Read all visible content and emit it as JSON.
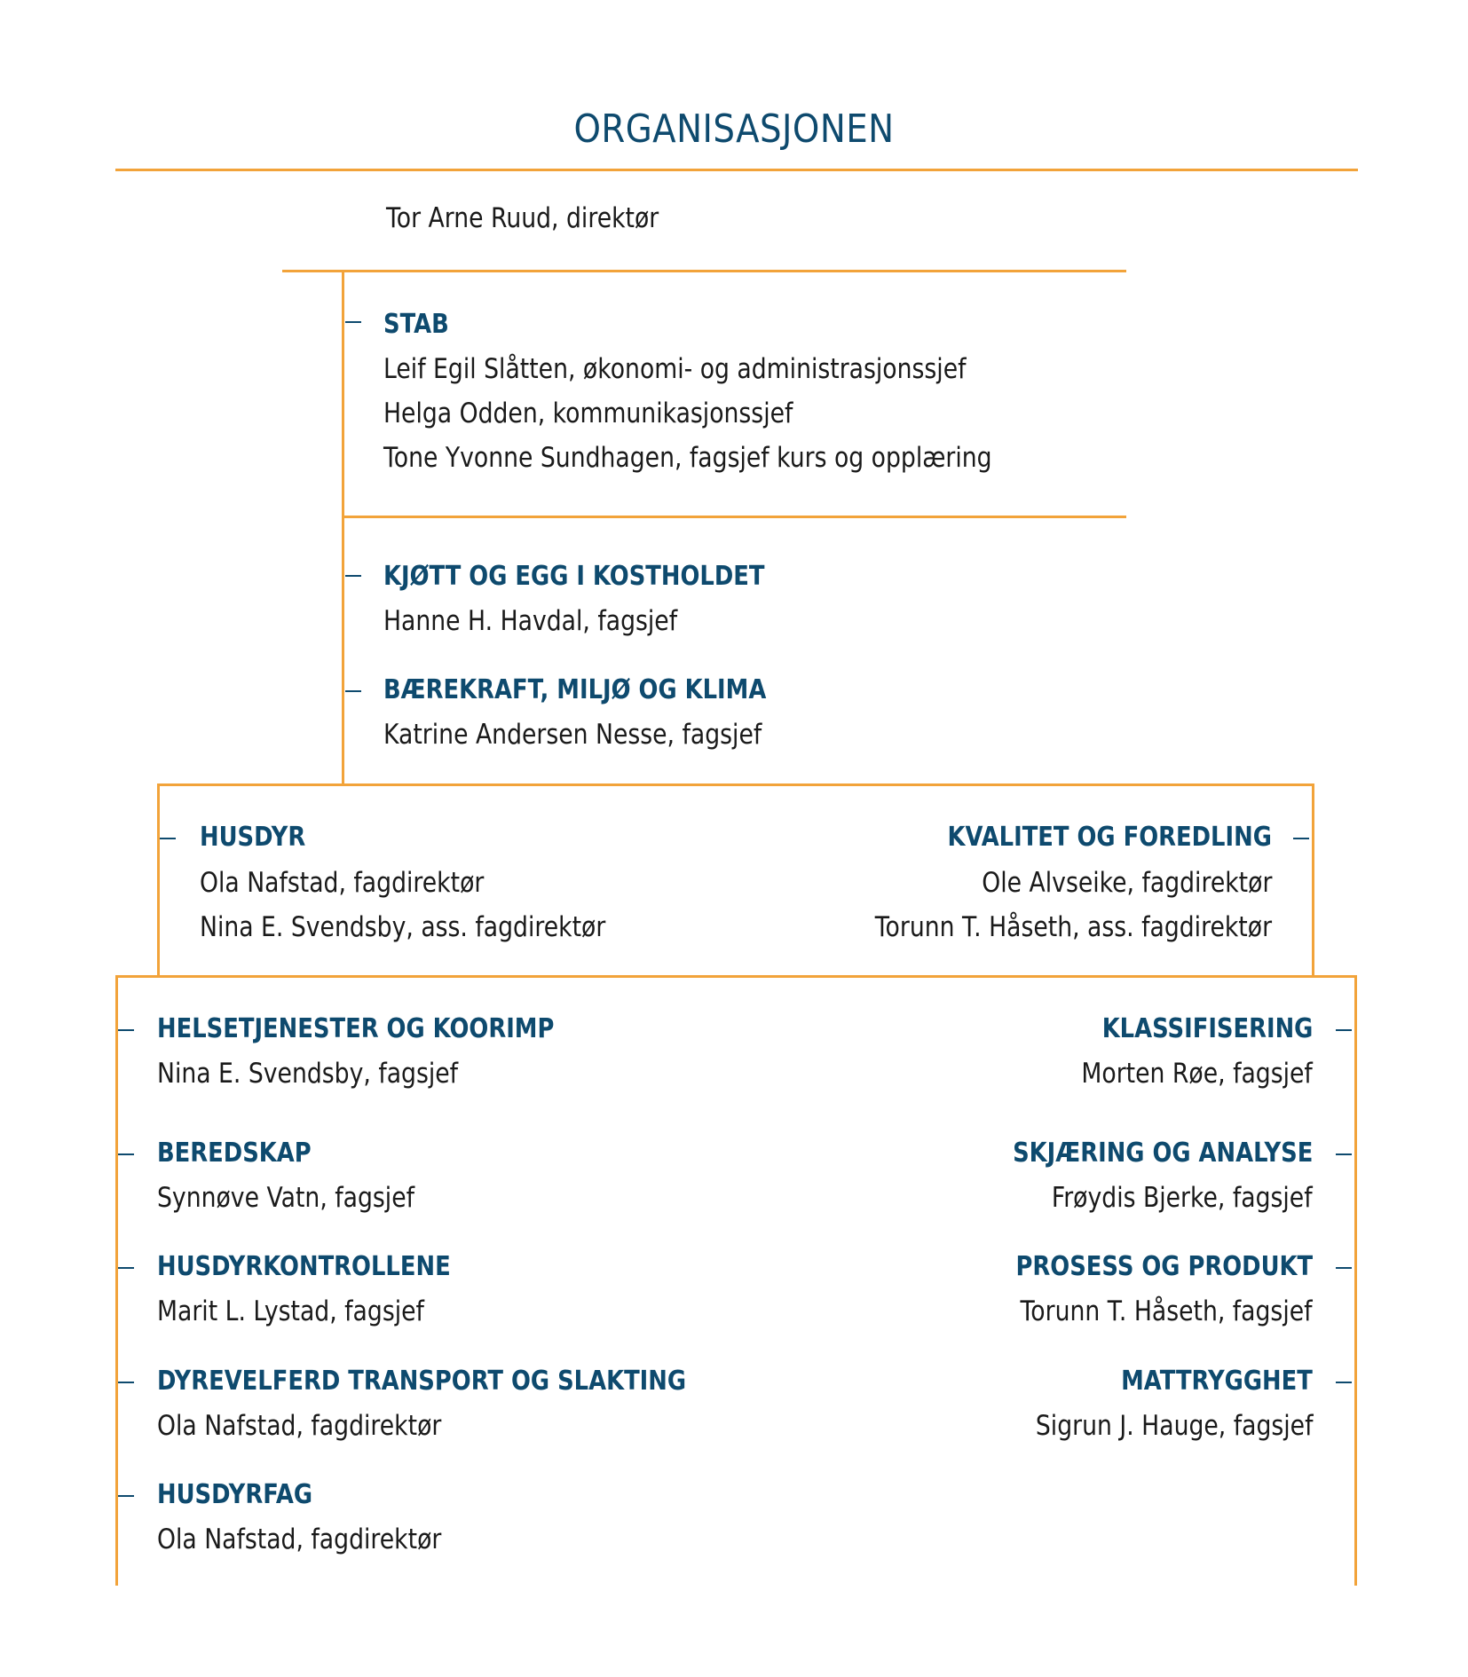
{
  "title": "ORGANISASJONEN",
  "director": "Tor Arne Ruud, direktør",
  "stab": {
    "heading": "STAB",
    "people": [
      "Leif Egil Slåtten, økonomi- og administrasjonssjef",
      "Helga Odden, kommunikasjonssjef",
      "Tone Yvonne Sundhagen, fagsjef kurs og opplæring"
    ]
  },
  "units": [
    {
      "heading": "KJØTT OG EGG I KOSTHOLDET",
      "person": "Hanne H. Havdal, fagsjef"
    },
    {
      "heading": "BÆREKRAFT, MILJØ OG KLIMA",
      "person": "Katrine Andersen Nesse, fagsjef"
    }
  ],
  "divisions": {
    "husdyr": {
      "heading": "HUSDYR",
      "people": [
        "Ola Nafstad, fagdirektør",
        "Nina E. Svendsby, ass. fagdirektør"
      ]
    },
    "kvalitet": {
      "heading": "KVALITET OG FOREDLING",
      "people": [
        "Ole Alvseike, fagdirektør",
        "Torunn T. Håseth, ass. fagdirektør"
      ]
    }
  },
  "left_sections": [
    {
      "heading": "HELSETJENESTER OG  KOORIMP",
      "person": "Nina E. Svendsby, fagsjef"
    },
    {
      "heading": "BEREDSKAP",
      "person": "Synnøve Vatn, fagsjef"
    },
    {
      "heading": "HUSDYRKONTROLLENE",
      "person": "Marit L. Lystad, fagsjef"
    },
    {
      "heading": "DYREVELFERD TRANSPORT OG SLAKTING",
      "person": "Ola Nafstad, fagdirektør"
    },
    {
      "heading": "HUSDYRFAG",
      "person": "Ola Nafstad, fagdirektør"
    }
  ],
  "right_sections": [
    {
      "heading": "KLASSIFISERING",
      "person": "Morten Røe, fagsjef"
    },
    {
      "heading": "SKJÆRING OG ANALYSE",
      "person": "Frøydis Bjerke, fagsjef"
    },
    {
      "heading": "PROSESS OG PRODUKT",
      "person": "Torunn T. Håseth, fagsjef"
    },
    {
      "heading": "MATTRYGGHET",
      "person": "Sigrun J. Hauge, fagsjef"
    }
  ],
  "colors": {
    "accent_line": "#f2a33a",
    "heading": "#0e4a6e",
    "text": "#1a1a1a"
  }
}
